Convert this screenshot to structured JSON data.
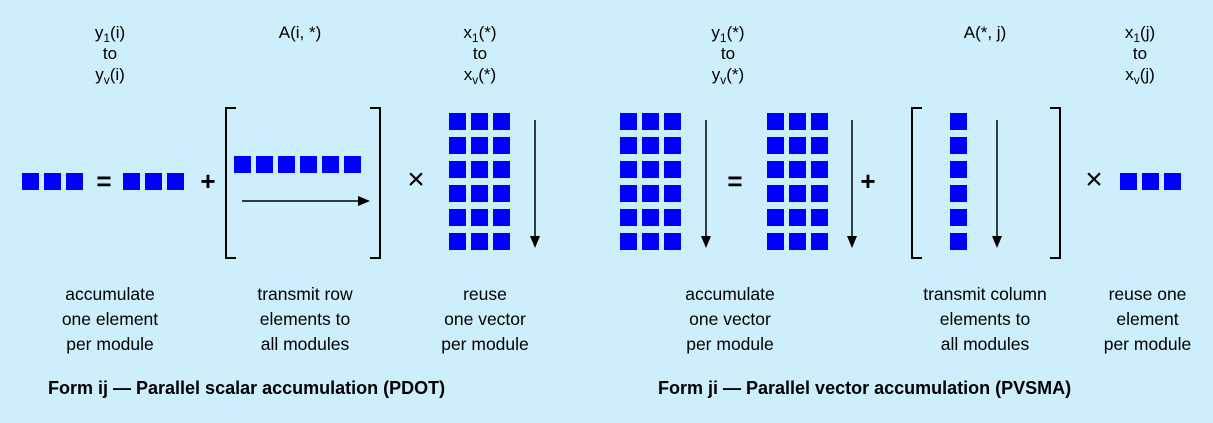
{
  "form_ij": {
    "title": "Form ij — Parallel scalar accumulation (PDOT)",
    "labels": {
      "y": {
        "base1": "y",
        "sub1": "1",
        "arg1": "(i)",
        "mid": "to",
        "base2": "y",
        "sub2": "v",
        "arg2": "(i)"
      },
      "A": "A(i, *)",
      "x": {
        "base1": "x",
        "sub1": "1",
        "arg1": "(*)",
        "mid": "to",
        "base2": "x",
        "sub2": "v",
        "arg2": "(*)"
      }
    },
    "operators": {
      "eq": "=",
      "plus": "+",
      "times": "×"
    },
    "captions": {
      "accumulate": [
        "accumulate",
        "one element",
        "per module"
      ],
      "transmit": [
        "transmit row",
        "elements to",
        "all modules"
      ],
      "reuse": [
        "reuse",
        "one vector",
        "per module"
      ]
    }
  },
  "form_ji": {
    "title": "Form ji — Parallel vector accumulation (PVSMA)",
    "labels": {
      "y": {
        "base1": "y",
        "sub1": "1",
        "arg1": "(*)",
        "mid": "to",
        "base2": "y",
        "sub2": "v",
        "arg2": "(*)"
      },
      "A": "A(*, j)",
      "x": {
        "base1": "x",
        "sub1": "1",
        "arg1": "(j)",
        "mid": "to",
        "base2": "x",
        "sub2": "v",
        "arg2": "(j)"
      }
    },
    "operators": {
      "eq": "=",
      "plus": "+",
      "times": "×"
    },
    "captions": {
      "accumulate": [
        "accumulate",
        "one vector",
        "per module"
      ],
      "transmit": [
        "transmit column",
        "elements to",
        "all modules"
      ],
      "reuse": [
        "reuse one",
        "element",
        "per module"
      ]
    }
  },
  "colors": {
    "square": "#0000ff",
    "background": "#cdeefb",
    "line": "#000000"
  }
}
